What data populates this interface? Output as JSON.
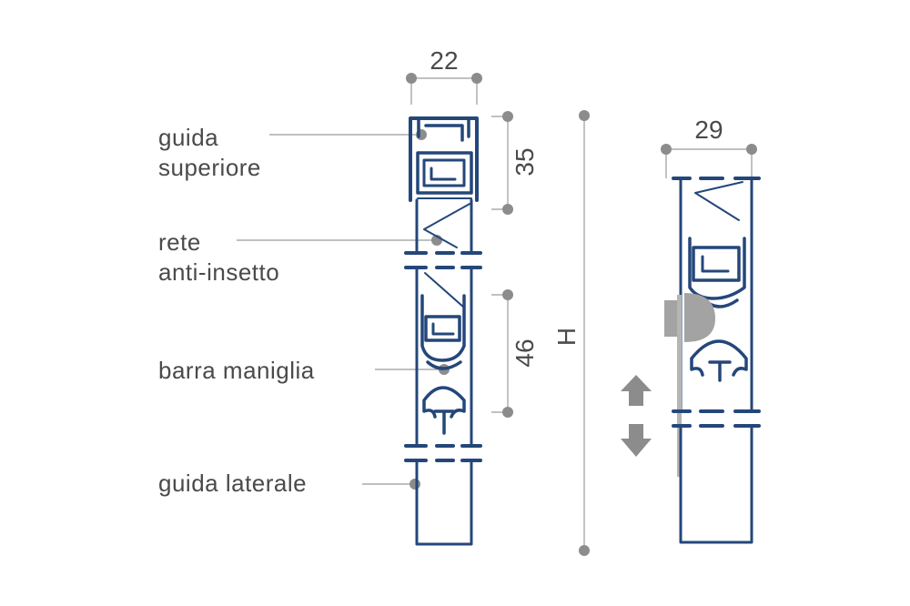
{
  "labels": {
    "top_rail_1": "guida",
    "top_rail_2": "superiore",
    "mesh_1": "rete",
    "mesh_2": "anti-insetto",
    "handle_bar": "barra maniglia",
    "side_rail": "guida laterale"
  },
  "dimensions": {
    "width_left": "22",
    "width_right": "29",
    "top_rail_height": "35",
    "handle_bar_height": "46",
    "overall_height": "H"
  },
  "colors": {
    "profile": "#24477a",
    "dimension": "#8c8c8c",
    "text": "#4a4a4a",
    "handle_grey": "#a3a3a3"
  },
  "icons": [
    "arrow-up-icon",
    "arrow-down-icon"
  ]
}
